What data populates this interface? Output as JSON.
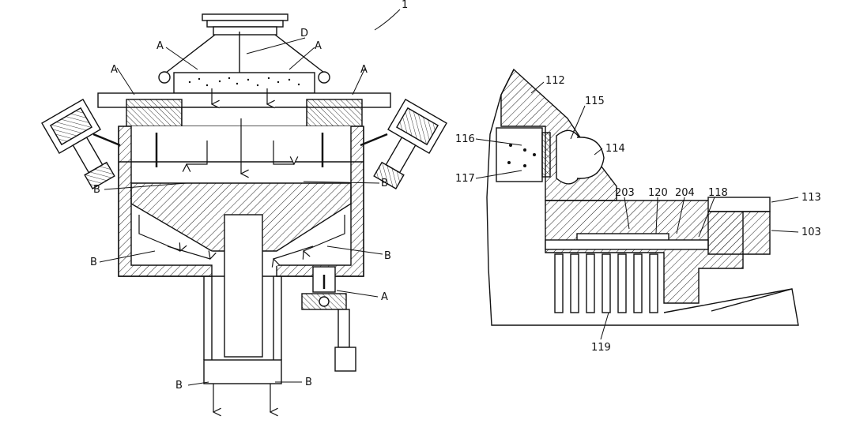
{
  "figure": {
    "ref_top": "1",
    "labels": {
      "D": "D",
      "A": "A",
      "B": "B",
      "n112": "112",
      "n115": "115",
      "n116": "116",
      "n114": "114",
      "n117": "117",
      "n203": "203",
      "n120": "120",
      "n204": "204",
      "n118": "118",
      "n113": "113",
      "n103": "103",
      "n119": "119"
    }
  }
}
